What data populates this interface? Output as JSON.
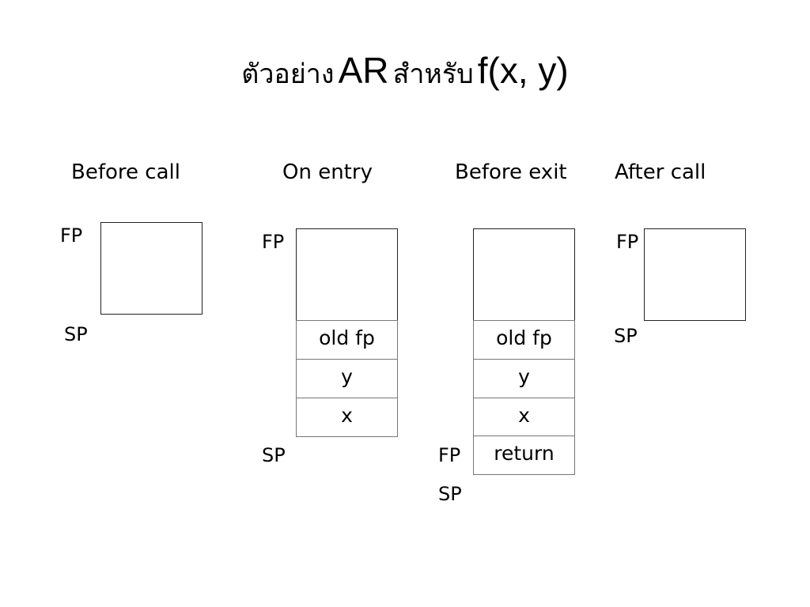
{
  "title": {
    "thai_prefix": "ตัวอย่าง",
    "ar": "AR",
    "thai_for": "สำหรับ",
    "func": "f(x, y)"
  },
  "columns": [
    {
      "heading": "Before call",
      "registers": [
        "FP",
        "SP"
      ],
      "cells": []
    },
    {
      "heading": "On entry",
      "registers": [
        "FP",
        "SP"
      ],
      "cells": [
        "old fp",
        "y",
        "x"
      ]
    },
    {
      "heading": "Before exit",
      "registers": [
        "FP",
        "SP"
      ],
      "cells": [
        "old fp",
        "y",
        "x",
        "return"
      ]
    },
    {
      "heading": "After call",
      "registers": [
        "FP",
        "SP"
      ],
      "cells": []
    }
  ]
}
